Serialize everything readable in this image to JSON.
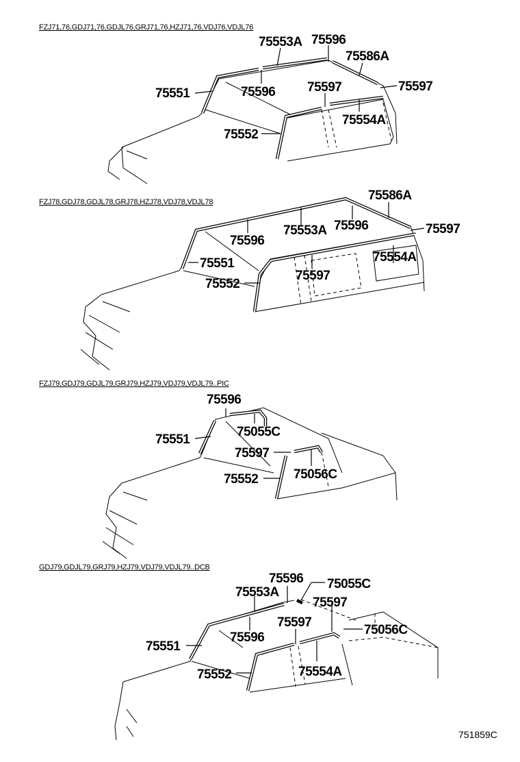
{
  "sections": [
    {
      "header": "FZJ71,76,GDJ71,76,GDJL76,GRJ71,76,HZJ71,76,VDJ76,VDJL76",
      "labels": [
        "75553A",
        "75596",
        "75586A",
        "75551",
        "75596",
        "75597",
        "75597",
        "75554A",
        "75552"
      ]
    },
    {
      "header": "FZJ78,GDJ78,GDJL78,GRJ78,HZJ78,VDJ78,VDJL78",
      "labels": [
        "75586A",
        "75597",
        "75553A",
        "75596",
        "75596",
        "75551",
        "75554A",
        "75597",
        "75552"
      ]
    },
    {
      "header": "FZJ79,GDJ79,GDJL79,GRJ79,HZJ79,VDJ79,VDJL79..PIC",
      "labels": [
        "75596",
        "75551",
        "75055C",
        "75597",
        "75552",
        "75056C"
      ]
    },
    {
      "header": "GDJ79,GDJL79,GRJ79,HZJ79,VDJ79,VDJL79..DCB",
      "labels": [
        "75596",
        "75553A",
        "75055C",
        "75597",
        "75597",
        "75596",
        "75551",
        "75056C",
        "75554A",
        "75552"
      ]
    }
  ],
  "reference": "751859C"
}
